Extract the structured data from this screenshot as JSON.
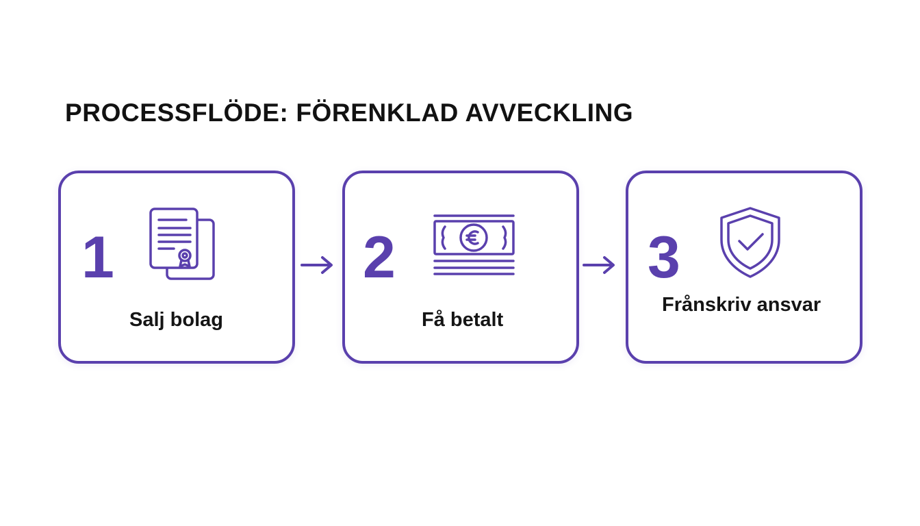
{
  "title": "PROCESSFLÖDE: FÖRENKLAD AVVECKLING",
  "colors": {
    "accent": "#5a40ad",
    "text": "#151515",
    "background": "#ffffff"
  },
  "steps": [
    {
      "number": "1",
      "label": "Salj bolag",
      "icon": "document-certificate-icon"
    },
    {
      "number": "2",
      "label": "Få betalt",
      "icon": "euro-banknote-icon"
    },
    {
      "number": "3",
      "label": "Frånskriv ansvar",
      "icon": "shield-check-icon"
    }
  ],
  "connectors": [
    "arrow-right-icon",
    "arrow-right-icon"
  ]
}
